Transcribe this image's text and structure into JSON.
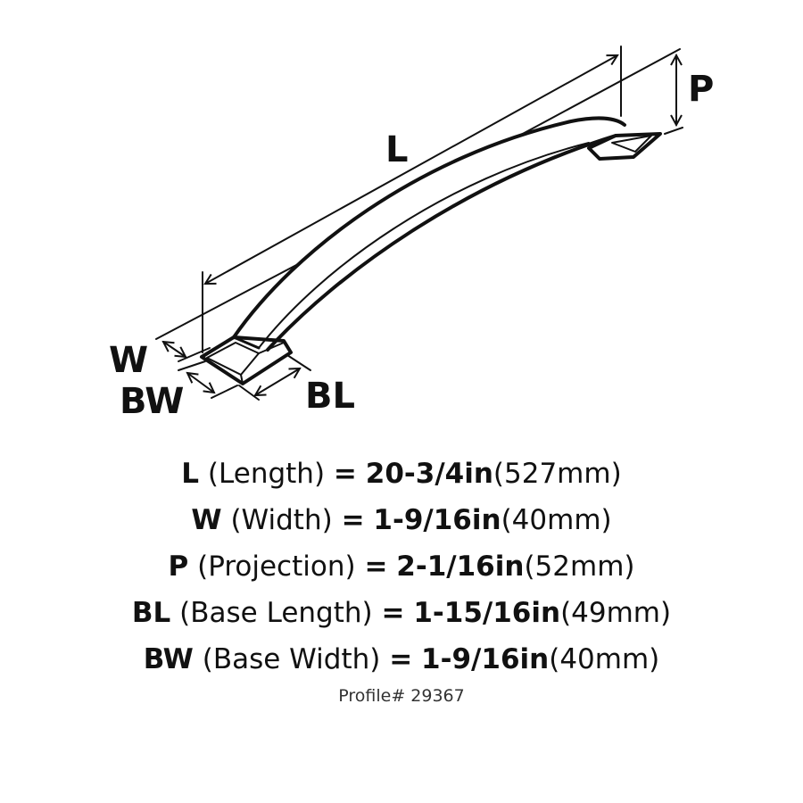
{
  "diagram": {
    "subject": "cabinet pull handle dimension drawing",
    "labels": {
      "L": "L",
      "P": "P",
      "W": "W",
      "BW": "BW",
      "BL": "BL"
    }
  },
  "specs": [
    {
      "code": "L",
      "name": "(Length)",
      "eq": "=",
      "inch": "20-3/4in",
      "mm": "(527mm)"
    },
    {
      "code": "W",
      "name": "(Width)",
      "eq": "=",
      "inch": "1-9/16in",
      "mm": "(40mm)"
    },
    {
      "code": "P",
      "name": "(Projection)",
      "eq": "=",
      "inch": "2-1/16in",
      "mm": "(52mm)"
    },
    {
      "code": "BL",
      "name": "(Base Length)",
      "eq": "=",
      "inch": "1-15/16in",
      "mm": "(49mm)"
    },
    {
      "code": "BW",
      "name": "(Base Width)",
      "eq": "=",
      "inch": "1-9/16in",
      "mm": "(40mm)"
    }
  ],
  "profile": "Profile# 29367"
}
